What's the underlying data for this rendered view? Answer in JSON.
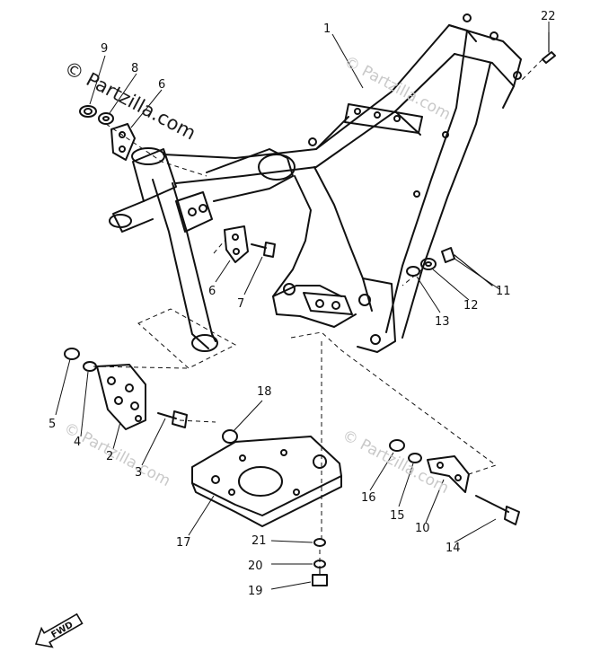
{
  "watermarks": {
    "main": "© Partzilla.com",
    "repeat": "© Partzilla.com"
  },
  "fwd_label": "FWD",
  "part_labels": {
    "p1": "1",
    "p2": "2",
    "p3": "3",
    "p4": "4",
    "p5": "5",
    "p6a": "6",
    "p6b": "6",
    "p7": "7",
    "p8": "8",
    "p9": "9",
    "p10": "10",
    "p11": "11",
    "p12": "12",
    "p13": "13",
    "p14": "14",
    "p15": "15",
    "p16": "16",
    "p17": "17",
    "p18": "18",
    "p19": "19",
    "p20": "20",
    "p21": "21",
    "p22": "22"
  }
}
